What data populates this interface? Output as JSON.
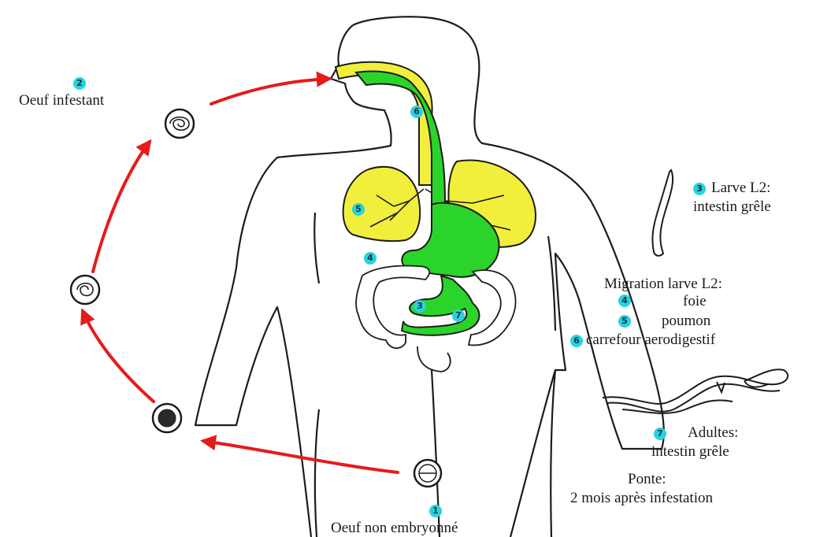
{
  "colors": {
    "background": "#ffffff",
    "outline": "#1c1c1c",
    "digestive_green": "#2bd42b",
    "airway_yellow": "#f2ef3c",
    "arrow_red": "#e51b1b",
    "badge_cyan": "#27d3df"
  },
  "stages": {
    "s1": {
      "num": "1",
      "label": "Oeuf non embryonné"
    },
    "s2": {
      "num": "2",
      "label": "Oeuf infestant"
    },
    "s3": {
      "num": "3",
      "label_a": "Larve L2:",
      "label_b": "intestin grêle"
    },
    "migration_title": "Migration larve L2:",
    "s4": {
      "num": "4",
      "label": "foie"
    },
    "s5": {
      "num": "5",
      "label": "poumon"
    },
    "s6": {
      "num": "6",
      "label": "carrefour aerodigestif"
    },
    "s7": {
      "num": "7",
      "label_a": "Adultes:",
      "label_b": "intestin grêle"
    },
    "ponte_a": "Ponte:",
    "ponte_b": "2 mois après infestation"
  },
  "body_markers": {
    "m3": "3",
    "m4": "4",
    "m5": "5",
    "m6": "6",
    "m7": "7"
  }
}
